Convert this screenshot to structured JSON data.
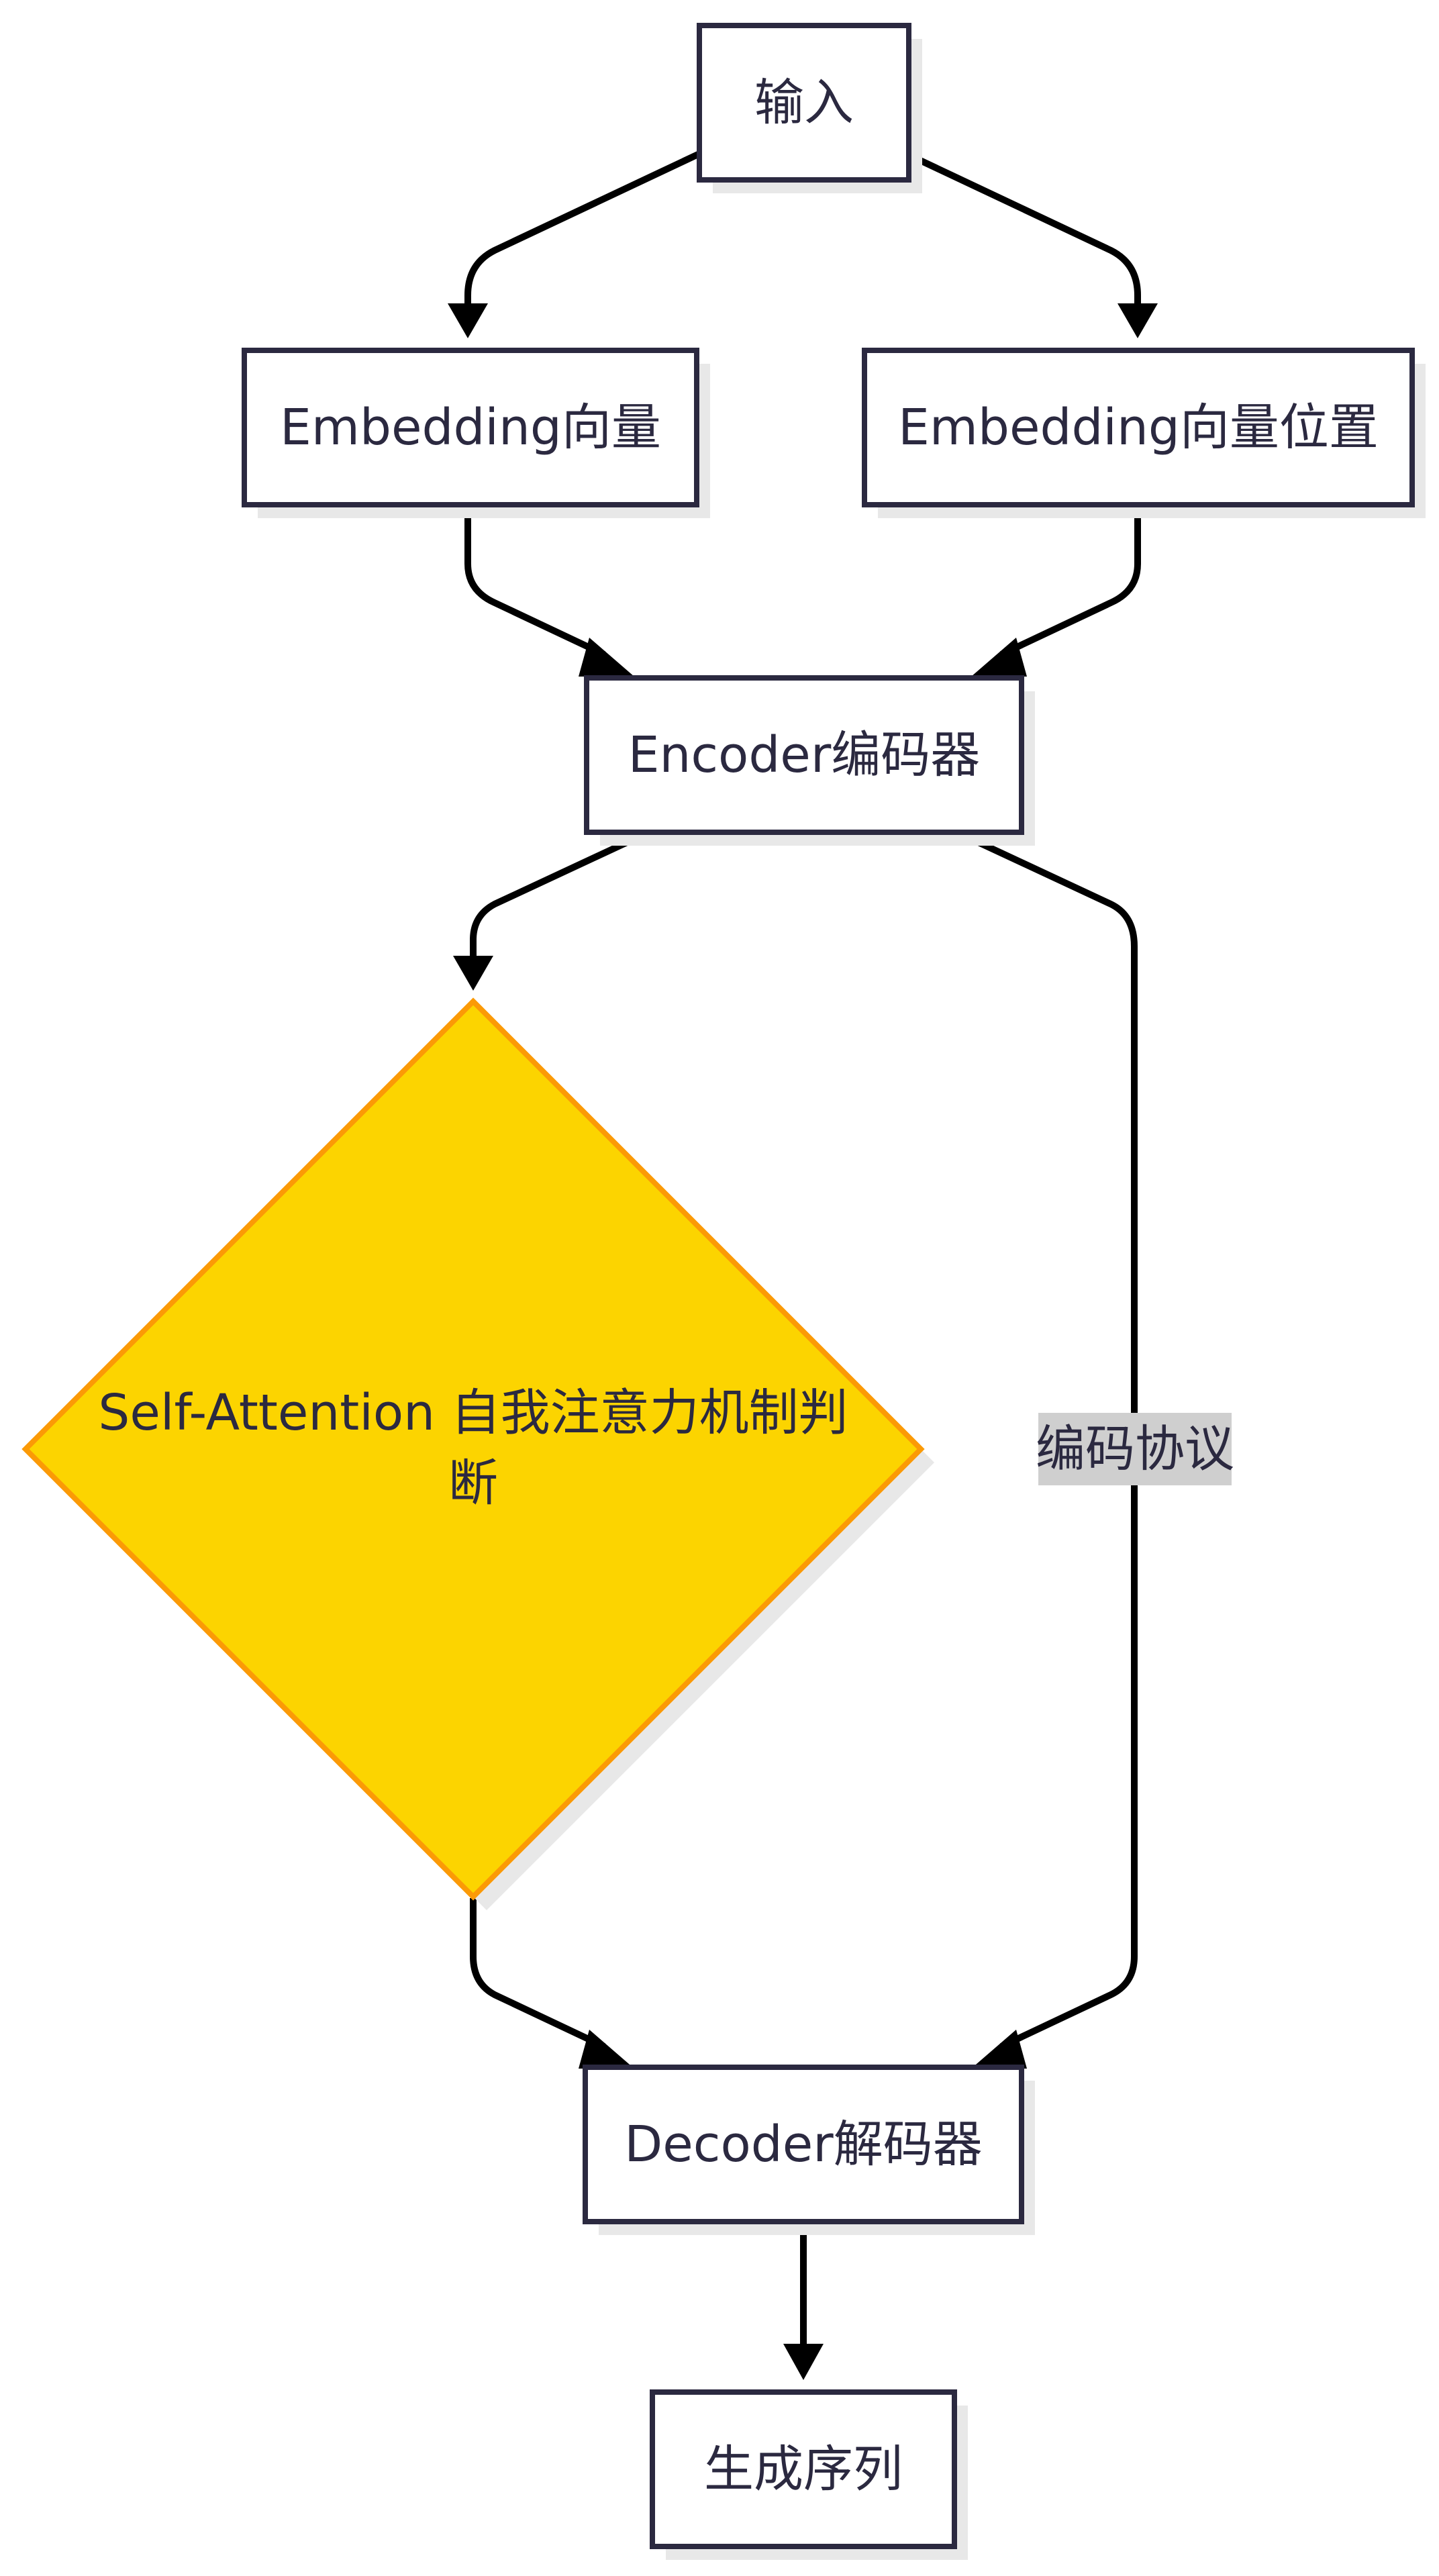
{
  "diagram": {
    "nodes": {
      "input": {
        "label": "输入"
      },
      "embedding": {
        "label": "Embedding向量"
      },
      "embedding_position": {
        "label": "Embedding向量位置"
      },
      "encoder": {
        "label": "Encoder编码器"
      },
      "self_attention": {
        "label_line1": "Self-Attention 自我注意力机制判",
        "label_line2": "断"
      },
      "decoder": {
        "label": "Decoder解码器"
      },
      "output": {
        "label": "生成序列"
      }
    },
    "edges": {
      "encoder_to_decoder": {
        "label": "编码协议"
      }
    }
  },
  "colors": {
    "node_fill": "#ffffff",
    "node_stroke": "#2b2940",
    "edge": "#000000",
    "decision_fill": "#fcd400",
    "decision_stroke": "#fb9a06",
    "shadow": "#e8e8e8",
    "edge_label_bg": "#cfcfcf",
    "text": "#2b2940"
  }
}
